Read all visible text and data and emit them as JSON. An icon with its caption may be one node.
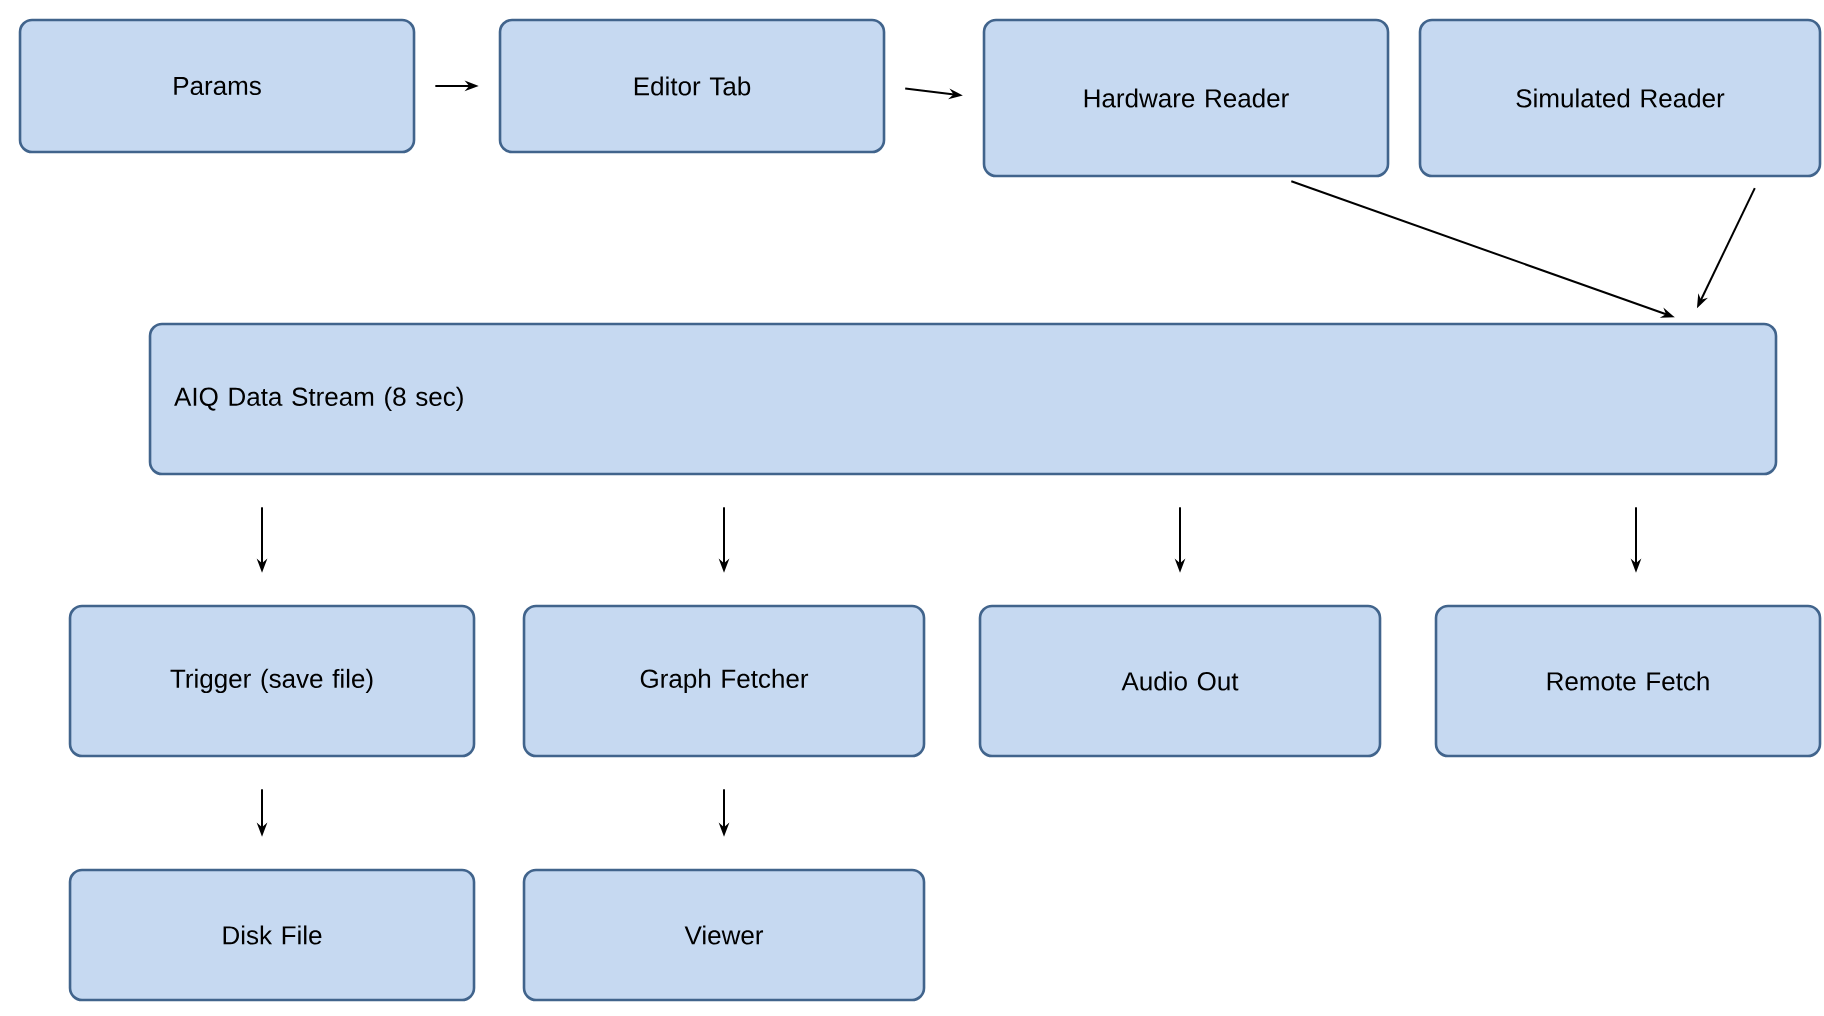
{
  "diagram": {
    "nodes": [
      {
        "text": [
          "Params"
        ]
      },
      {
        "text": [
          "Editor Tab"
        ]
      },
      {
        "text": [
          "Hardware Reader"
        ]
      },
      {
        "text": [
          "Simulated Reader"
        ]
      },
      {
        "text": [
          "AIQ Data Stream (8 sec)"
        ]
      },
      {
        "text": [
          "Trigger (save file)"
        ]
      },
      {
        "text": [
          "Graph Fetcher"
        ]
      },
      {
        "text": [
          "Audio Out"
        ]
      },
      {
        "text": [
          "Remote Fetch"
        ]
      },
      {
        "text": [
          "Disk File"
        ]
      },
      {
        "text": [
          "Viewer"
        ]
      }
    ],
    "edges": [
      {
        "from": 0,
        "to": 1,
        "arrow": "to"
      },
      {
        "from": 1,
        "to": 2,
        "arrow": "to"
      },
      {
        "from": 2,
        "to": 4,
        "arrow": "to"
      },
      {
        "from": 3,
        "to": 4,
        "arrow": "to"
      },
      {
        "from": 4,
        "to": 5,
        "arrow": "to"
      },
      {
        "from": 4,
        "to": 6,
        "arrow": "to"
      },
      {
        "from": 4,
        "to": 7,
        "arrow": "to"
      },
      {
        "from": 4,
        "to": 8,
        "arrow": "to"
      },
      {
        "from": 5,
        "to": 9,
        "arrow": "to"
      },
      {
        "from": 6,
        "to": 10,
        "arrow": "to"
      }
    ]
  }
}
